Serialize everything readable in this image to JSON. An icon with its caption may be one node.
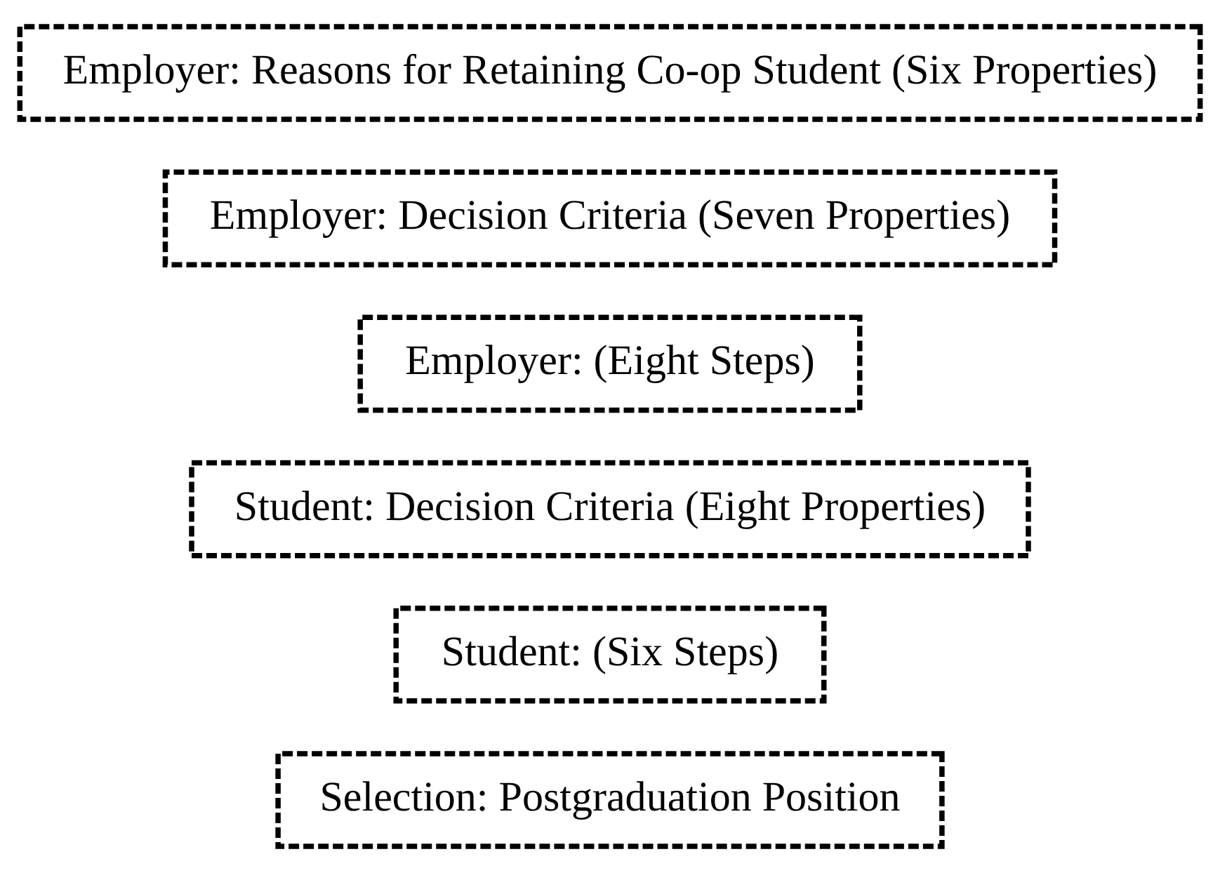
{
  "diagram": {
    "nodes": [
      {
        "text": [
          "Selection: Postgraduation Position"
        ]
      },
      {
        "text": [
          "Student: (Six Steps)"
        ]
      },
      {
        "text": [
          "Student: Decision Criteria (Eight Properties)"
        ]
      },
      {
        "text": [
          "Employer: (Eight Steps)"
        ]
      },
      {
        "text": [
          "Employer: Decision Criteria (Seven Properties)"
        ]
      },
      {
        "text": [
          "Employer: Reasons for Retaining Co-op Student (Six Properties)"
        ]
      }
    ]
  }
}
